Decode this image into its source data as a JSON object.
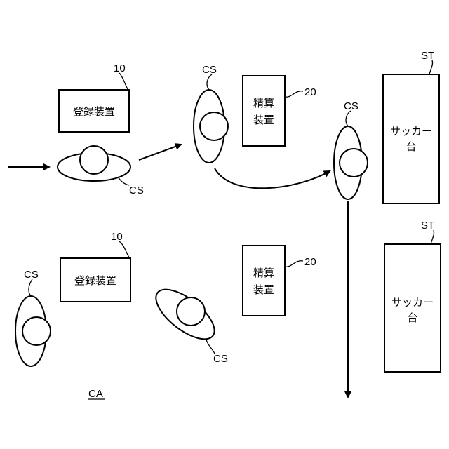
{
  "labels": {
    "register_device": "登録装置",
    "register_ref": "10",
    "settle_line1": "精算",
    "settle_line2": "装置",
    "settle_ref": "20",
    "sacker_line1": "サッカー",
    "sacker_line2": "台",
    "sacker_ref": "ST",
    "customer": "CS",
    "area": "CA"
  }
}
